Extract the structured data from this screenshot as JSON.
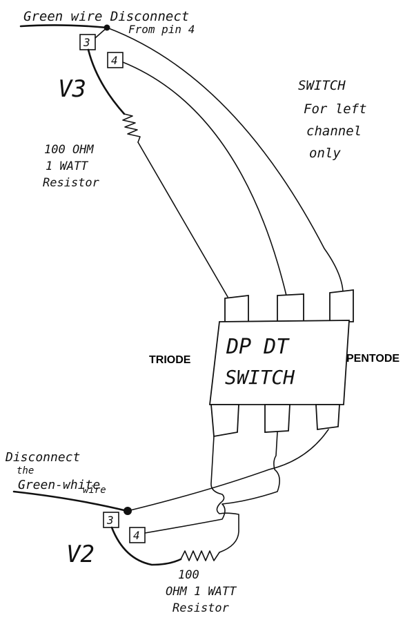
{
  "v3": {
    "tube_label": "V3",
    "pin_a": "3",
    "pin_b": "4",
    "top_note_line1": "Green wire Disconnect",
    "top_note_line2": "From pin 4",
    "resistor_line1": "100 OHM",
    "resistor_line2": "1 WATT",
    "resistor_line3": "Resistor",
    "side_note_line1": "SWITCH",
    "side_note_line2": "For left",
    "side_note_line3": "channel",
    "side_note_line4": "only"
  },
  "switch": {
    "title_line1": "DP DT",
    "title_line2": "SWITCH",
    "left_label": "TRIODE",
    "right_label": "PENTODE"
  },
  "v2": {
    "tube_label": "V2",
    "pin_a": "3",
    "pin_b": "4",
    "note_line1": "Disconnect",
    "note_line2": "the",
    "note_line3": "Green-white",
    "note_line4": "wire",
    "resistor_line1": "100",
    "resistor_line2": "OHM 1 WATT",
    "resistor_line3": "Resistor"
  }
}
